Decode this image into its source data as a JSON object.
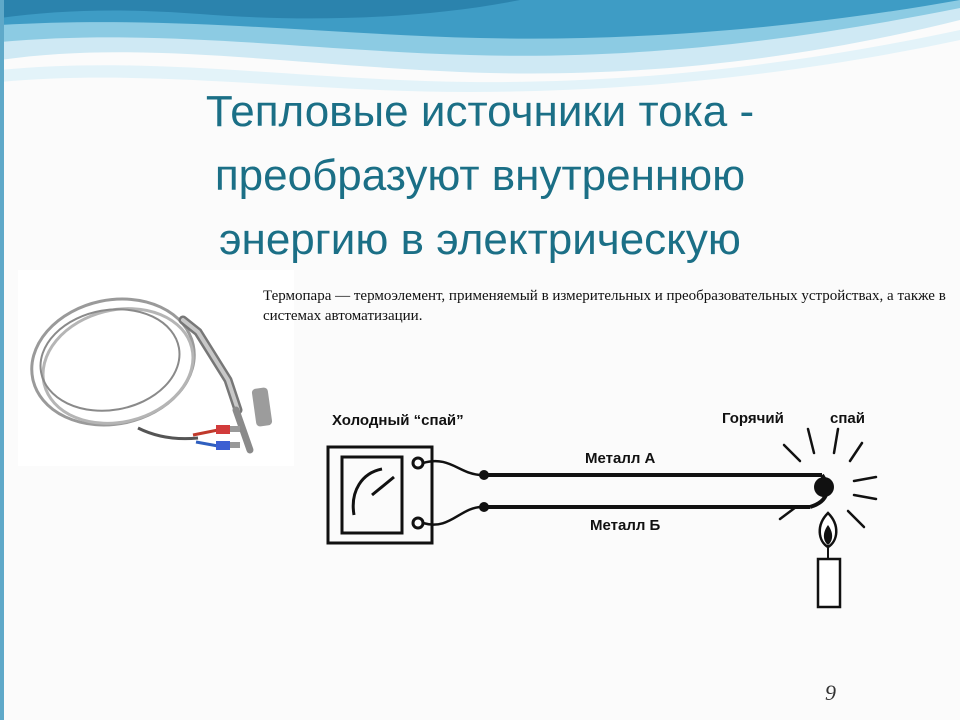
{
  "slide": {
    "title_line1": "Тепловые источники тока -",
    "title_line2": "преобразуют  внутреннюю",
    "title_line3": "энергию в электрическую",
    "description": "Термопара — термоэлемент, применяемый в измерительных и преобразовательных устройствах, а также в системах автоматизации.",
    "page_number": "9"
  },
  "diagram": {
    "cold_junction_label": "Холодный “спай”",
    "hot_label": "Горячий",
    "junction_label": "спай",
    "metal_a_label": "Металл А",
    "metal_b_label": "Металл Б"
  },
  "colors": {
    "title": "#1b6f86",
    "wave_dark": "#2f8fb8",
    "wave_light": "#bfe3f1"
  }
}
